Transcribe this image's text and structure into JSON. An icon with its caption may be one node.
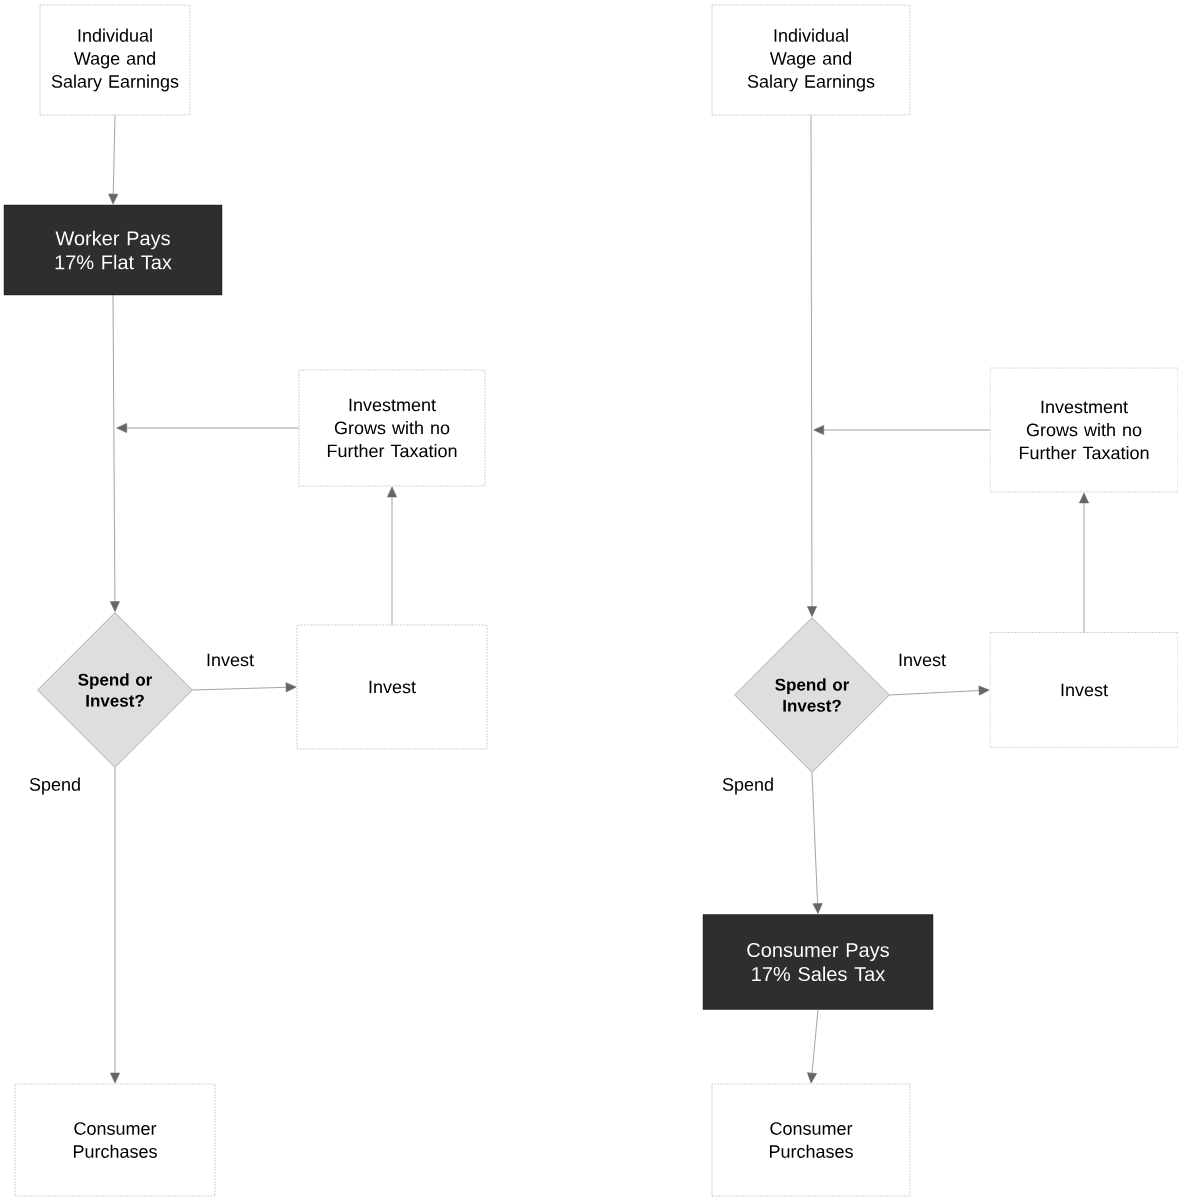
{
  "diagram": {
    "nodes": [
      {
        "text": [
          "Individual Wage and Salary Earnings"
        ]
      },
      {
        "text": [
          "Worker Pays 17% Flat Tax"
        ]
      },
      {
        "text": [
          "Investment Grows with no Further Taxation"
        ]
      },
      {
        "text": [
          "Spend or Invest?"
        ]
      },
      {
        "text": [
          "Invest"
        ]
      },
      {
        "text": [
          "Consumer Purchases"
        ]
      },
      {
        "text": [
          "Individual Wage and Salary Earnings"
        ]
      },
      {
        "text": [
          "Investment Grows with no Further Taxation"
        ]
      },
      {
        "text": [
          "Spend or Invest?"
        ]
      },
      {
        "text": [
          "Invest"
        ]
      },
      {
        "text": [
          "Consumer Pays 17% Sales Tax"
        ]
      },
      {
        "text": [
          "Consumer Purchases"
        ]
      }
    ],
    "edges": [
      {
        "from": 0,
        "to": 1,
        "arrow": "to"
      },
      {
        "from": 1,
        "to": 3,
        "arrow": "to"
      },
      {
        "from": 2,
        "to": null,
        "arrow": "to"
      },
      {
        "from": 3,
        "to": 4,
        "label": "Invest",
        "arrow": "to"
      },
      {
        "from": 4,
        "to": 2,
        "arrow": "to"
      },
      {
        "from": 3,
        "to": 5,
        "label": "Spend",
        "arrow": "to"
      },
      {
        "from": 6,
        "to": 8,
        "arrow": "to"
      },
      {
        "from": 7,
        "to": null,
        "arrow": "to"
      },
      {
        "from": 8,
        "to": 9,
        "label": "Invest",
        "arrow": "to"
      },
      {
        "from": 9,
        "to": 7,
        "arrow": "to"
      },
      {
        "from": 8,
        "to": 10,
        "label": "Spend",
        "arrow": "to"
      },
      {
        "from": 10,
        "to": 11,
        "arrow": "to"
      }
    ]
  }
}
